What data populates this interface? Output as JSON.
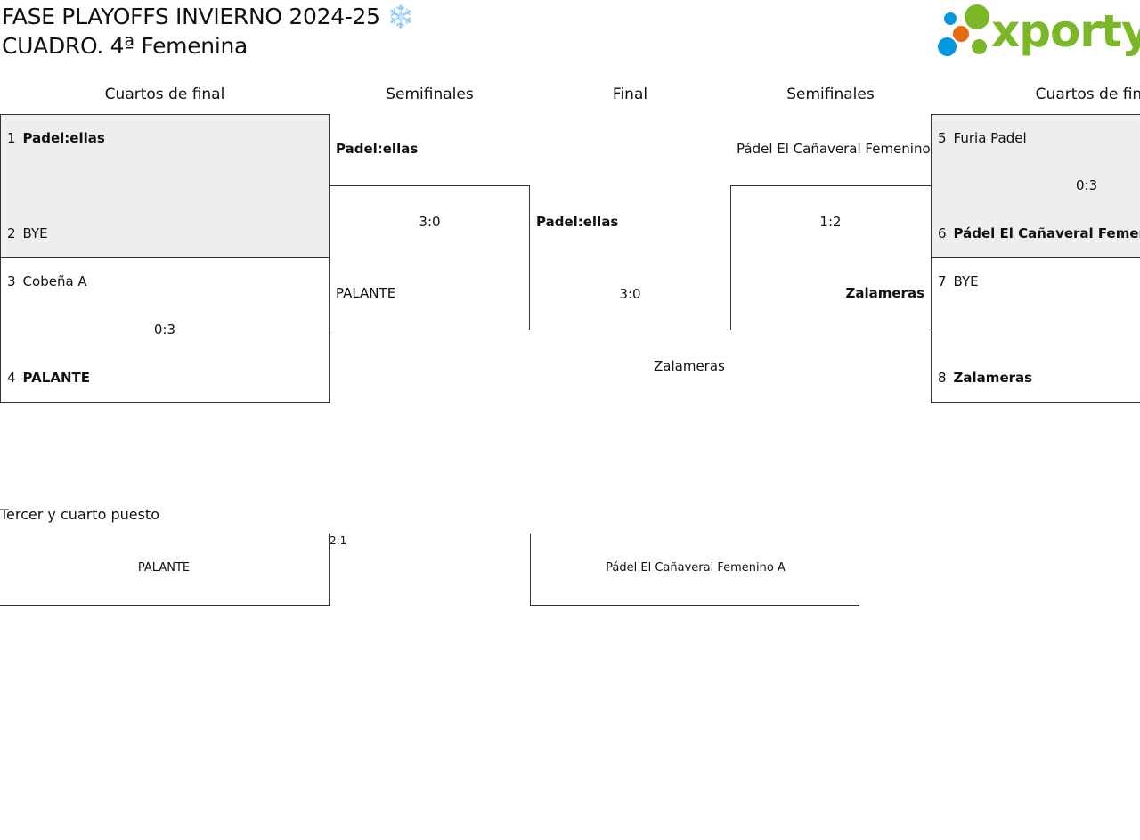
{
  "title": {
    "line1": "FASE PLAYOFFS INVIERNO 2024-25 ❄️",
    "line2": "CUADRO. 4ª Femenina"
  },
  "logo": {
    "text": "xporty",
    "colors": [
      "#0098e0",
      "#e86a10",
      "#7ab828"
    ]
  },
  "headers": {
    "quarters_left": "Cuartos de final",
    "semis_left": "Semifinales",
    "final": "Final",
    "semis_right": "Semifinales",
    "quarters_right": "Cuartos de final"
  },
  "left_quarters": [
    {
      "seed_a": "1",
      "team_a": "Padel:ellas",
      "seed_b": "2",
      "team_b": "BYE",
      "score": ""
    },
    {
      "seed_a": "3",
      "team_a": "Cobeña A",
      "seed_b": "4",
      "team_b": "PALANTE",
      "score": "0:3"
    }
  ],
  "right_quarters": [
    {
      "seed_a": "5",
      "team_a": "Furia Padel",
      "seed_b": "6",
      "team_b": "Pádel El Cañaveral Femenino A",
      "score": "0:3"
    },
    {
      "seed_a": "7",
      "team_a": "BYE",
      "seed_b": "8",
      "team_b": "Zalameras",
      "score": ""
    }
  ],
  "left_semi": {
    "team_a": "Padel:ellas",
    "team_b": "PALANTE",
    "score": "3:0"
  },
  "right_semi": {
    "team_a": "Pádel El Cañaveral Femenino A",
    "team_b": "Zalameras",
    "score": "1:2"
  },
  "final": {
    "team_a": "Padel:ellas",
    "team_b": "Zalameras",
    "score": "3:0"
  },
  "third_place": {
    "label": "Tercer y cuarto puesto",
    "team_a": "PALANTE",
    "team_b": "Pádel El Cañaveral Femenino A",
    "score": "2:1"
  }
}
